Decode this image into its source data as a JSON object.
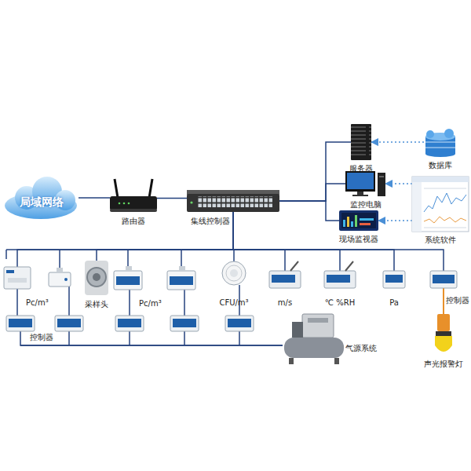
{
  "diagram": {
    "nodes": [
      {
        "text": [
          "局域网络"
        ]
      },
      {
        "text": [
          "路由器"
        ]
      },
      {
        "text": [
          "集线控制器"
        ]
      },
      {
        "text": [
          "服务器"
        ]
      },
      {
        "text": [
          "数据库"
        ]
      },
      {
        "text": [
          "监控电脑"
        ]
      },
      {
        "text": [
          "现场监视器"
        ]
      },
      {
        "text": [
          "系统软件"
        ]
      },
      {
        "text": [
          "Pc/m³"
        ]
      },
      {
        "text": [
          "采样头"
        ]
      },
      {
        "text": [
          "Pc/m³"
        ]
      },
      {
        "text": [
          "CFU/m³"
        ]
      },
      {
        "text": [
          "m/s"
        ]
      },
      {
        "text": [
          "℃ %RH"
        ]
      },
      {
        "text": [
          "Pa"
        ]
      },
      {
        "text": [
          "控制器"
        ]
      },
      {
        "text": [
          "控制器"
        ]
      },
      {
        "text": [
          "气源系统"
        ]
      },
      {
        "text": [
          "声光报警灯"
        ]
      }
    ],
    "edges": [
      {
        "from": 0,
        "to": 1,
        "arrow": "none"
      },
      {
        "from": 1,
        "to": 2,
        "arrow": "none"
      },
      {
        "from": 2,
        "to": 3,
        "arrow": "none"
      },
      {
        "from": 2,
        "to": 5,
        "arrow": "none"
      },
      {
        "from": 2,
        "to": 6,
        "arrow": "none"
      },
      {
        "from": 4,
        "to": 3,
        "arrow": "to"
      },
      {
        "from": 7,
        "to": 5,
        "arrow": "to"
      },
      {
        "from": 7,
        "to": 6,
        "arrow": "to"
      },
      {
        "from": 2,
        "to": 8,
        "arrow": "none"
      },
      {
        "from": 2,
        "to": 9,
        "arrow": "none"
      },
      {
        "from": 2,
        "to": 10,
        "arrow": "none"
      },
      {
        "from": 2,
        "to": 11,
        "arrow": "none"
      },
      {
        "from": 2,
        "to": 12,
        "arrow": "none"
      },
      {
        "from": 2,
        "to": 13,
        "arrow": "none"
      },
      {
        "from": 2,
        "to": 14,
        "arrow": "none"
      },
      {
        "from": 2,
        "to": 15,
        "arrow": "none"
      },
      {
        "from": 15,
        "to": 18,
        "arrow": "none"
      },
      {
        "from": 16,
        "to": 17,
        "arrow": "none"
      }
    ]
  }
}
